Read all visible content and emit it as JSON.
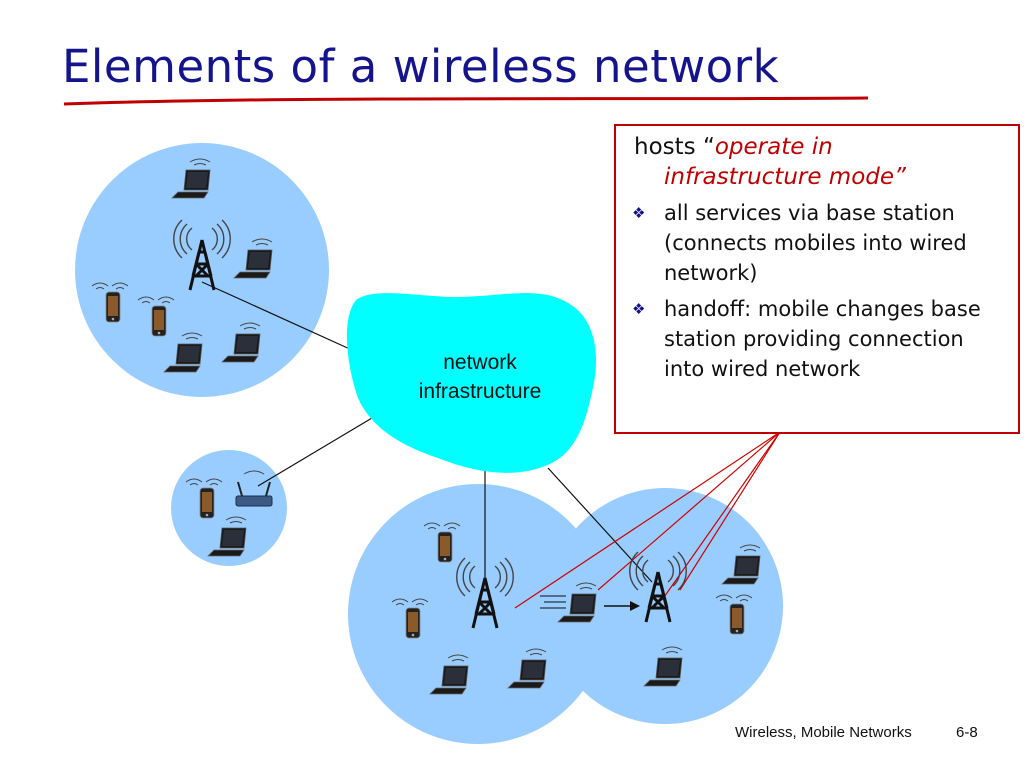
{
  "slide": {
    "title": "Elements of a wireless network",
    "cloud_label_line1": "network",
    "cloud_label_line2": "infrastructure"
  },
  "callout": {
    "heading_prefix": "hosts “",
    "heading_emphasis_line1": "operate in",
    "heading_emphasis_line2": "infrastructure mode”",
    "bullets": [
      "all services via base station (connects mobiles into wired network)",
      "handoff: mobile changes base station providing connection into wired network"
    ]
  },
  "footer": {
    "left": "Wireless, Mobile Networks",
    "right": "6-8"
  },
  "colors": {
    "title": "#14148c",
    "cell": "#99ccff",
    "cloud": "#00ffff",
    "callout_border": "#c00000"
  },
  "icons": [
    "base-station-tower-icon",
    "laptop-icon",
    "smartphone-icon",
    "wifi-router-icon",
    "bullet-diamond-icon"
  ]
}
